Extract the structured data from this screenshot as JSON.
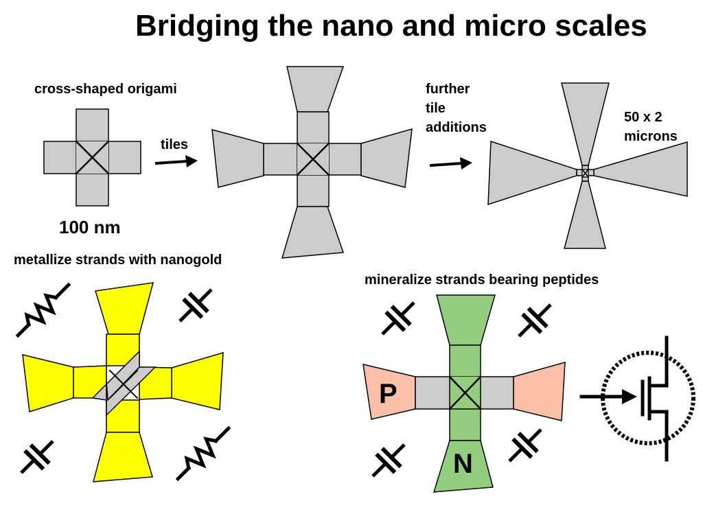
{
  "title": "Bridging the nano and micro scales",
  "labels": {
    "cross_origami": "cross-shaped origami",
    "scale_bar": "100 nm",
    "tiles": "tiles",
    "further_1": "further",
    "further_2": "tile",
    "further_3": "additions",
    "size_1": "50 x 2",
    "size_2": "microns",
    "metallize": "metallize strands with nanogold",
    "mineralize": "mineralize strands bearing peptides",
    "p_region": "P",
    "n_region": "N"
  },
  "colors": {
    "tile_gray": "#cccccc",
    "gold": "#ffff00",
    "n_type_green": "#93cd7e",
    "p_type_salmon": "#f9bfa7",
    "line": "#000000"
  },
  "icons": [
    "resistor-icon",
    "capacitor-icon",
    "mosfet-transistor-icon",
    "arrow-right-icon"
  ]
}
